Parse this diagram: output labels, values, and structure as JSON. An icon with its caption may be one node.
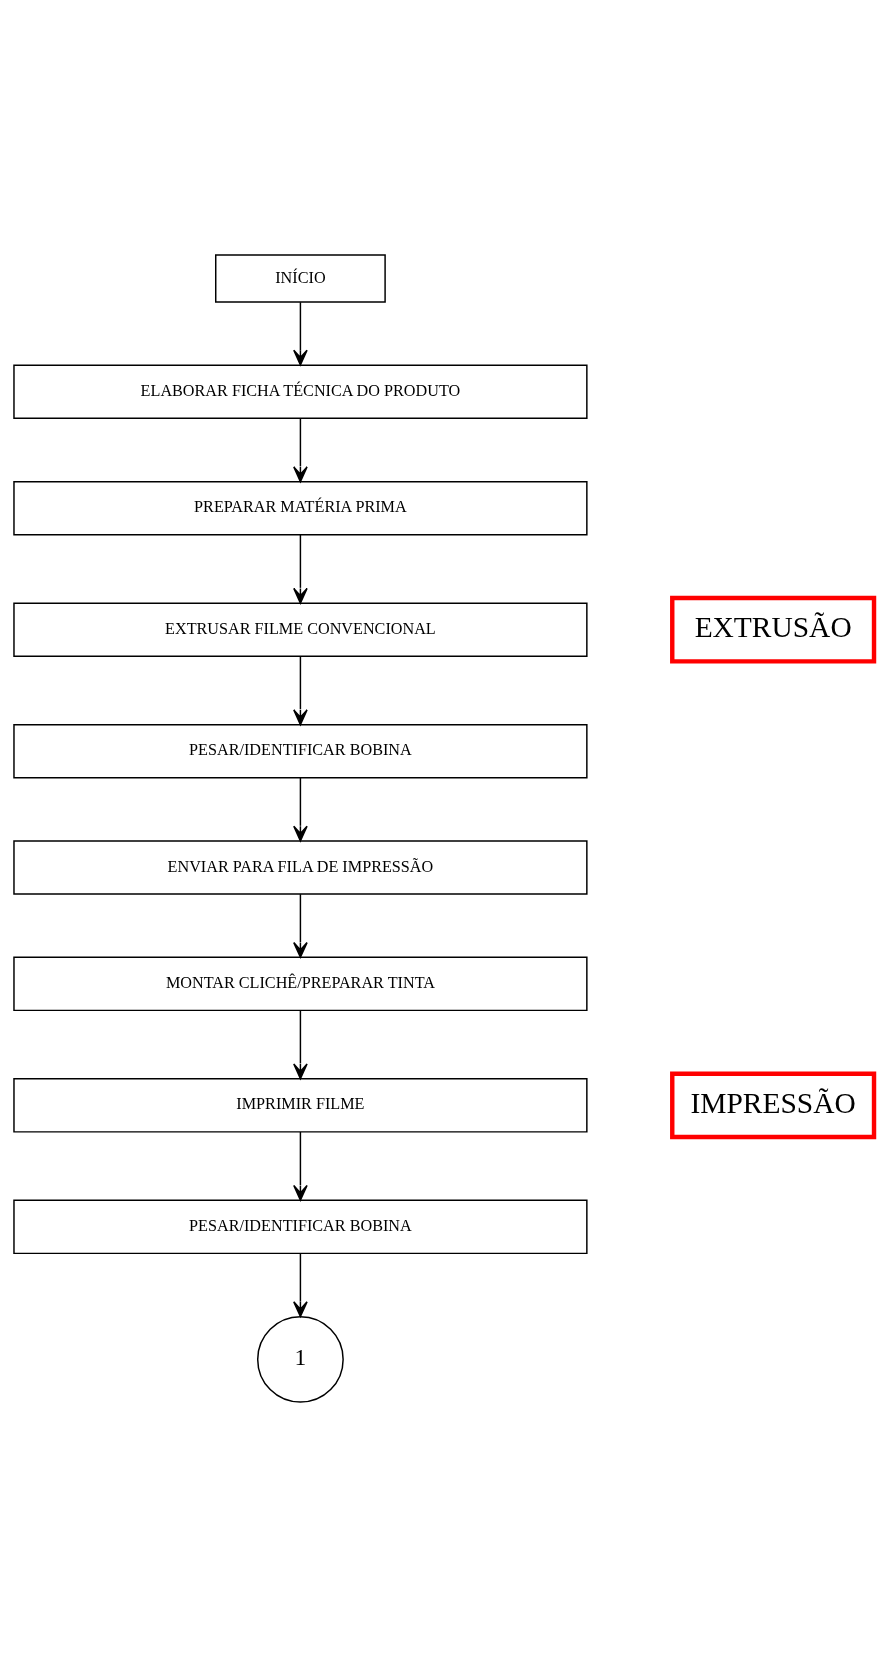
{
  "diagram": {
    "nodes": [
      {
        "text": [
          "INÍCIO"
        ]
      },
      {
        "text": [
          "ELABORAR FICHA TÉCNICA DO PRODUTO"
        ]
      },
      {
        "text": [
          "PREPARAR MATÉRIA PRIMA"
        ]
      },
      {
        "text": [
          "EXTRUSAR FILME CONVENCIONAL"
        ]
      },
      {
        "text": [
          "PESAR/IDENTIFICAR BOBINA"
        ]
      },
      {
        "text": [
          "ENVIAR PARA FILA DE IMPRESSÃO"
        ]
      },
      {
        "text": [
          "MONTAR CLICHÊ/PREPARAR TINTA"
        ]
      },
      {
        "text": [
          "IMPRIMIR FILME"
        ]
      },
      {
        "text": [
          "PESAR/IDENTIFICAR BOBINA"
        ]
      },
      {
        "text": [
          "1"
        ]
      },
      {
        "text": [
          "EXTRUSÃO"
        ]
      },
      {
        "text": [
          "IMPRESSÃO"
        ]
      }
    ],
    "edges": [
      {
        "from": 0,
        "to": 1,
        "arrow": "to"
      },
      {
        "from": 1,
        "to": 2,
        "arrow": "to"
      },
      {
        "from": 2,
        "to": 3,
        "arrow": "to"
      },
      {
        "from": 3,
        "to": 4,
        "arrow": "to"
      },
      {
        "from": 4,
        "to": 5,
        "arrow": "to"
      },
      {
        "from": 5,
        "to": 6,
        "arrow": "to"
      },
      {
        "from": 6,
        "to": 7,
        "arrow": "to"
      },
      {
        "from": 7,
        "to": 8,
        "arrow": "to"
      },
      {
        "from": 8,
        "to": 9,
        "arrow": "to"
      }
    ]
  }
}
